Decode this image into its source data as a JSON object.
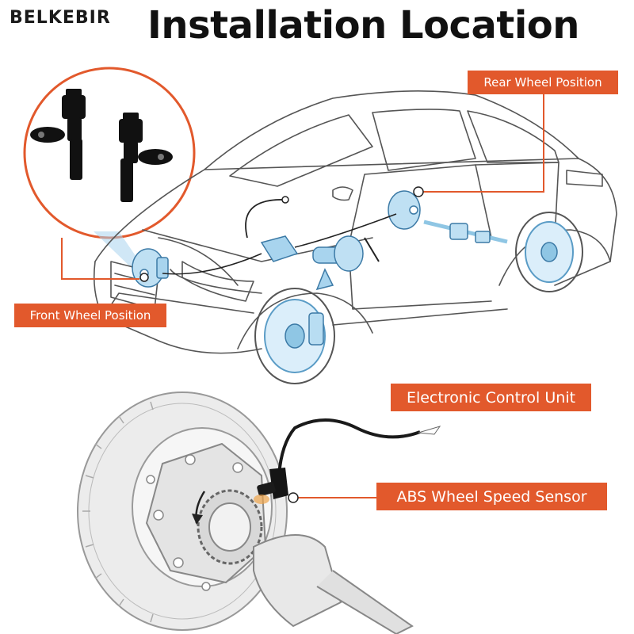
{
  "brand": {
    "name": "BELKEBIR"
  },
  "header": {
    "title": "Installation Location"
  },
  "labels": {
    "rear_wheel": "Rear Wheel Position",
    "front_wheel": "Front Wheel Position",
    "ecu": "Electronic Control Unit",
    "abs_sensor": "ABS Wheel Speed Sensor"
  },
  "colors": {
    "accent": "#e2592c",
    "component_blue": "#8fc6e4",
    "line_art": "#444444"
  },
  "icons": [
    "abs-sensor-photo",
    "car-line-drawing",
    "brake-rotor-illustration"
  ]
}
